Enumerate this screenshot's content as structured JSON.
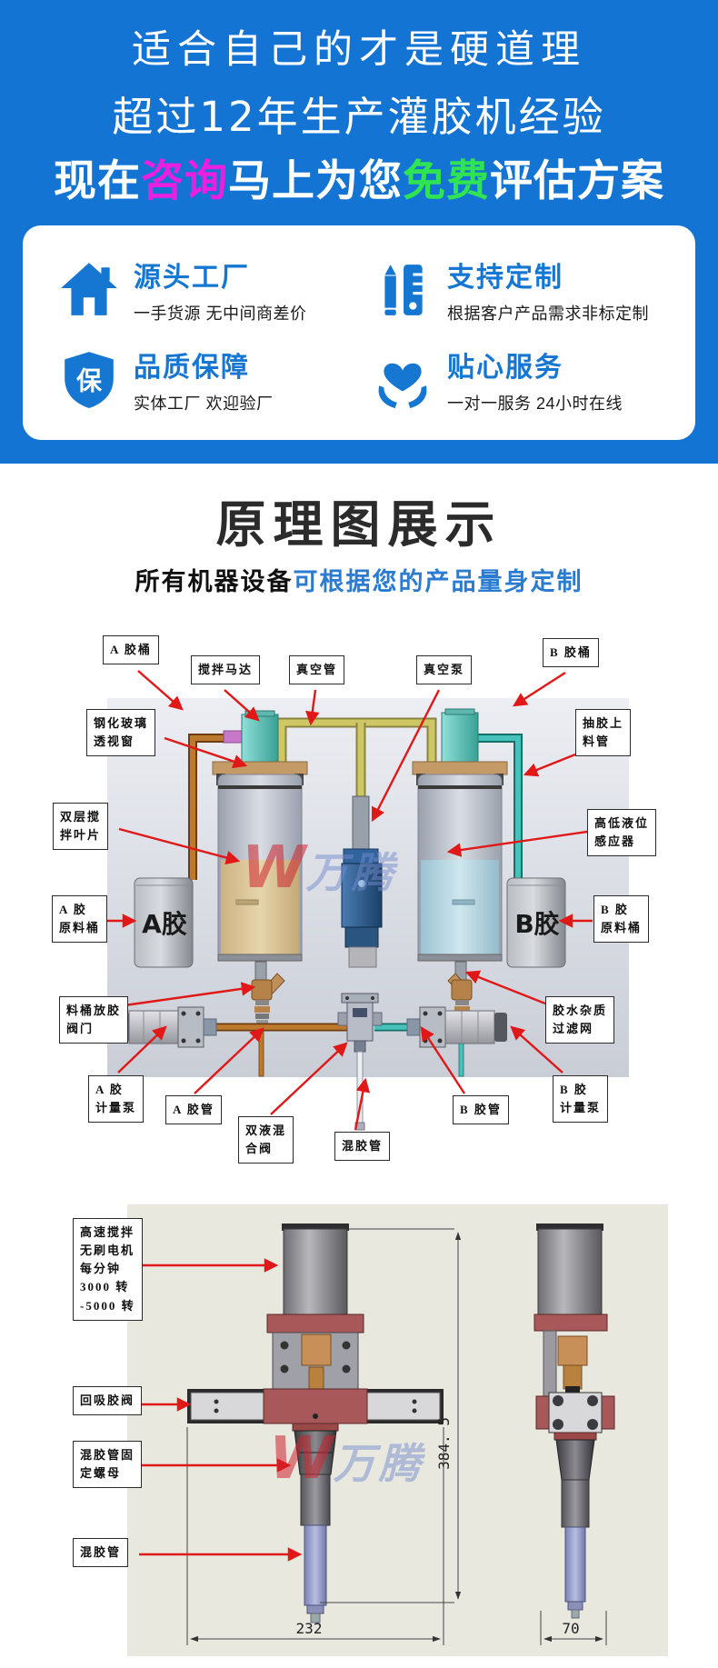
{
  "banner": {
    "line1": "适合自己的才是硬道理",
    "line2": "超过12年生产灌胶机经验",
    "line3_w1": "现在",
    "line3_hl1": "咨询",
    "line3_w2": "马上为您",
    "line3_hl2": "免费",
    "line3_w3": "评估方案",
    "bg_color": "#1474d4",
    "magenta": "#ea1fe0",
    "green": "#30e352"
  },
  "features": {
    "accent_color": "#1677d2",
    "items": [
      {
        "icon": "house-icon",
        "title": "源头工厂",
        "desc": "一手货源 无中间商差价"
      },
      {
        "icon": "pencil-ruler-icon",
        "title": "支持定制",
        "desc": "根据客户产品需求非标定制"
      },
      {
        "icon": "shield-icon",
        "title": "品质保障",
        "desc": "实体工厂 欢迎验厂",
        "badge_char": "保"
      },
      {
        "icon": "heart-hands-icon",
        "title": "贴心服务",
        "desc": "一对一服务 24小时在线"
      }
    ]
  },
  "section": {
    "title": "原理图展示",
    "subtitle_black": "所有机器设备",
    "subtitle_blue": "可根据您的产品量身定制"
  },
  "diagram1": {
    "labels": {
      "a_tank": "A 胶桶",
      "mixer_motor": "搅拌马达",
      "vacuum_pipe": "真空管",
      "vacuum_pump": "真空泵",
      "b_tank": "B 胶桶",
      "glass_l1": "钢化玻璃",
      "glass_l2": "透视窗",
      "suction_l1": "抽胶上",
      "suction_l2": "料管",
      "blade_l1": "双层搅",
      "blade_l2": "拌叶片",
      "sensor_l1": "高低液位",
      "sensor_l2": "感应器",
      "a_raw_l1": "A 胶",
      "a_raw_l2": "原料桶",
      "b_raw_l1": "B 胶",
      "b_raw_l2": "原料桶",
      "drain_l1": "料桶放胶",
      "drain_l2": "阀门",
      "filter_l1": "胶水杂质",
      "filter_l2": "过滤网",
      "a_pump_l1": "A 胶",
      "a_pump_l2": "计量泵",
      "b_pump_l1": "B 胶",
      "b_pump_l2": "计量泵",
      "a_pipe": "A 胶管",
      "b_pipe": "B 胶管",
      "mix_valve_l1": "双液混",
      "mix_valve_l2": "合阀",
      "mix_tube": "混胶管"
    },
    "barrel_a": "A胶",
    "barrel_b": "B胶",
    "watermark_w": "W",
    "watermark_text": "万腾",
    "arrow_color": "#e01818"
  },
  "diagram2": {
    "labels": {
      "motor_l1": "高速搅拌",
      "motor_l2": "无刷电机",
      "motor_l3": "每分钟",
      "motor_l4": "3000 转",
      "motor_l5": "-5000 转",
      "suckback": "回吸胶阀",
      "nut_l1": "混胶管固",
      "nut_l2": "定螺母",
      "tube": "混胶管"
    },
    "dims": {
      "height": "384. 5",
      "front_width": "232",
      "side_width": "70"
    },
    "watermark_w": "W",
    "watermark_text": "万腾"
  }
}
